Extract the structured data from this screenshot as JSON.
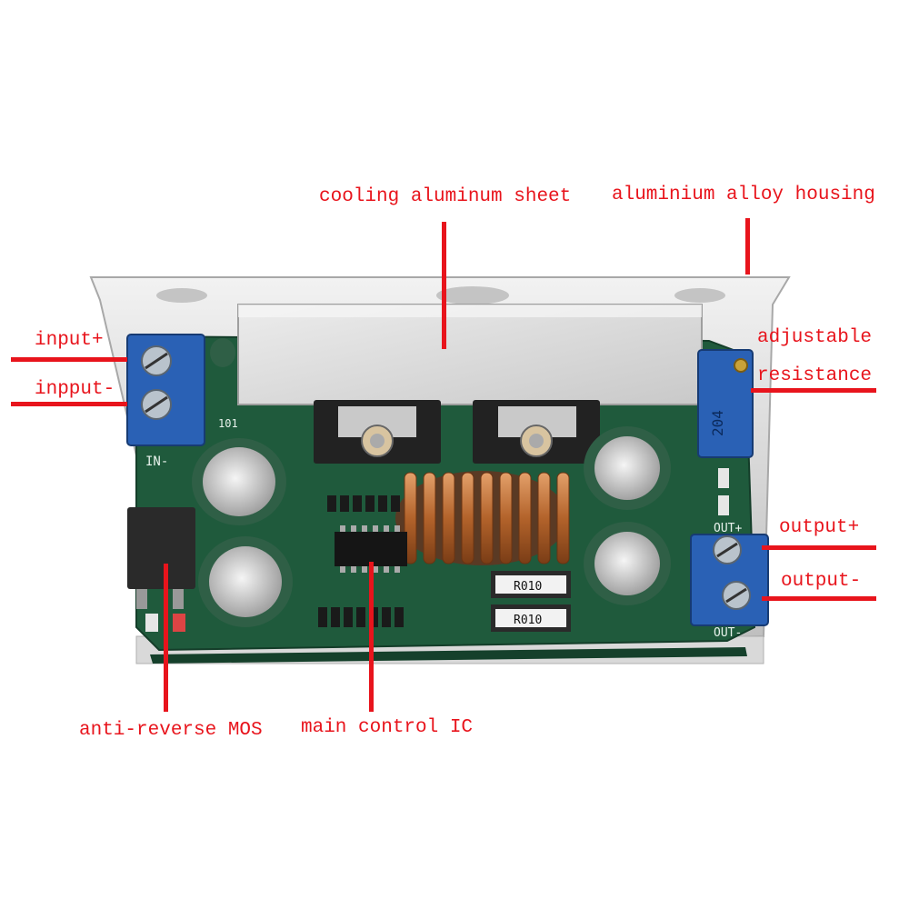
{
  "labels": {
    "cooling_sheet": "cooling aluminum sheet",
    "alloy_housing": "aluminium alloy housing",
    "input_plus": "input+",
    "input_minus": "inpput-",
    "adjustable": "adjustable",
    "resistance": "resistance",
    "output_plus": "output+",
    "output_minus": "output-",
    "anti_reverse": "anti-reverse MOS",
    "main_ic": "main control IC"
  },
  "pcb_markings": {
    "in_minus": "IN-",
    "out_plus": "OUT+",
    "out_minus": "OUT-",
    "resistor_1": "R010",
    "resistor_2": "R010",
    "pot_code": "204",
    "smd_code": "101"
  },
  "colors": {
    "annotation_red": "#e8141c",
    "pcb_green": "#1f5a3c",
    "terminal_blue": "#2a61b5",
    "heatsink": "#d8d8d8",
    "capacitor": "#2f5f46",
    "copper": "#b3632b"
  }
}
